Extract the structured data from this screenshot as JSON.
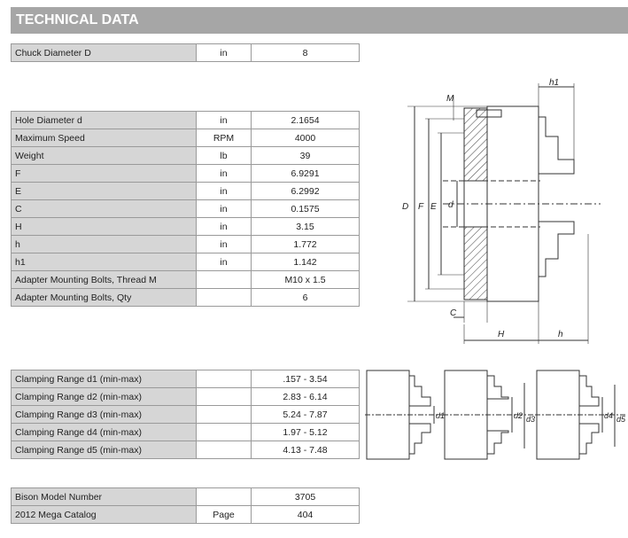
{
  "header": {
    "title": "TECHNICAL DATA"
  },
  "table1": [
    {
      "label": "Chuck Diameter D",
      "unit": "in",
      "value": "8"
    }
  ],
  "table2": [
    {
      "label": "Hole Diameter d",
      "unit": "in",
      "value": "2.1654"
    },
    {
      "label": "Maximum Speed",
      "unit": "RPM",
      "value": "4000"
    },
    {
      "label": "Weight",
      "unit": "lb",
      "value": "39"
    },
    {
      "label": "F",
      "unit": "in",
      "value": "6.9291"
    },
    {
      "label": "E",
      "unit": "in",
      "value": "6.2992"
    },
    {
      "label": "C",
      "unit": "in",
      "value": "0.1575"
    },
    {
      "label": "H",
      "unit": "in",
      "value": "3.15"
    },
    {
      "label": "h",
      "unit": "in",
      "value": "1.772"
    },
    {
      "label": "h1",
      "unit": "in",
      "value": "1.142"
    },
    {
      "label": "Adapter Mounting Bolts, Thread M",
      "unit": "",
      "value": "M10 x 1.5"
    },
    {
      "label": "Adapter Mounting Bolts, Qty",
      "unit": "",
      "value": "6"
    }
  ],
  "table3": [
    {
      "label": "Clamping Range d1 (min-max)",
      "unit": "",
      "value": ".157 - 3.54"
    },
    {
      "label": "Clamping Range d2 (min-max)",
      "unit": "",
      "value": "2.83 - 6.14"
    },
    {
      "label": "Clamping Range d3 (min-max)",
      "unit": "",
      "value": "5.24 - 7.87"
    },
    {
      "label": "Clamping Range d4 (min-max)",
      "unit": "",
      "value": "1.97 - 5.12"
    },
    {
      "label": "Clamping Range d5 (min-max)",
      "unit": "",
      "value": "4.13 - 7.48"
    }
  ],
  "table4": [
    {
      "label": "Bison Model Number",
      "unit": "",
      "value": "3705"
    },
    {
      "label": "2012 Mega Catalog",
      "unit": "Page",
      "value": "404"
    }
  ],
  "drawing": {
    "labels": {
      "M": "M",
      "h1": "h1",
      "D": "D",
      "F": "F",
      "E": "E",
      "d": "d",
      "C": "C",
      "H": "H",
      "h": "h"
    }
  },
  "clamping_drawing": {
    "labels": {
      "d1": "d1",
      "d2": "d2",
      "d3": "d3",
      "d4": "d4",
      "d5": "d5"
    }
  }
}
